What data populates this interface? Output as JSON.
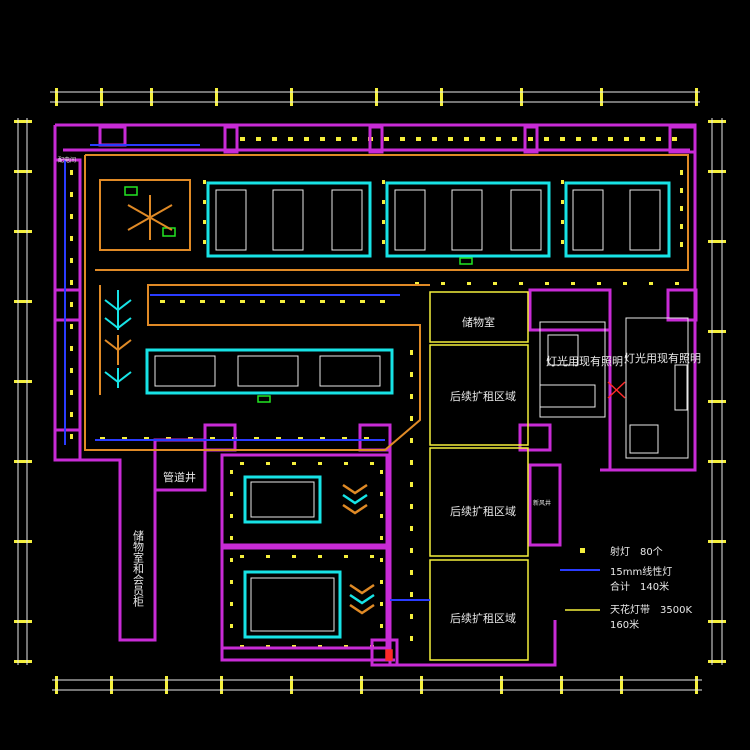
{
  "labels": {
    "storage_room": "储物室",
    "lighting_note_1": "灯光用现有照明",
    "lighting_note_2": "灯光用现有照明",
    "future_zone_1": "后续扩租区域",
    "future_zone_2": "后续扩租区域",
    "future_zone_3": "后续扩租区域",
    "pipe_shaft": "管道井",
    "locker_room": "储物室和会员柜",
    "small_tag_top_left": "配电间",
    "small_tag_right_shaft": "新风井"
  },
  "legend": {
    "spotlight": "射灯　80个",
    "linear_light_line1": "15mm线性灯",
    "linear_light_line2": "合计　140米",
    "ceiling_strip_line1": "天花灯带　3500K",
    "ceiling_strip_line2": "160米"
  },
  "colors": {
    "background": "#000000",
    "wall": "#c82bd6",
    "fixture": "#17e3e6",
    "orange": "#e08a26",
    "yellow": "#f4ef3c",
    "blue": "#2a3cff",
    "white": "#e9e9e9",
    "red": "#ff2a2a",
    "green": "#22e622"
  }
}
